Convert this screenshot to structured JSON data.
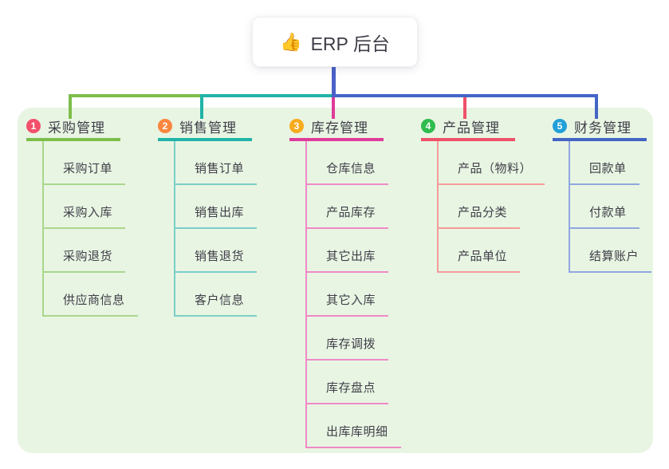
{
  "root": {
    "icon": "👍",
    "title": "ERP 后台",
    "line_color": "#4a62c8"
  },
  "canvas": {
    "panel_color": "#e9f5e3",
    "page_background": "#ffffff",
    "text_color": "#3e3e48"
  },
  "branches": [
    {
      "badge": "1",
      "label": "采购管理",
      "colors": {
        "badge": "#f2506b",
        "line": "#7cbe4b",
        "light": "#a9d78c"
      },
      "children": [
        "采购订单",
        "采购入库",
        "采购退货",
        "供应商信息"
      ]
    },
    {
      "badge": "2",
      "label": "销售管理",
      "colors": {
        "badge": "#f9873e",
        "line": "#21b3a8",
        "light": "#7bcfc8"
      },
      "children": [
        "销售订单",
        "销售出库",
        "销售退货",
        "客户信息"
      ]
    },
    {
      "badge": "3",
      "label": "库存管理",
      "colors": {
        "badge": "#f7ab1d",
        "line": "#de3c9b",
        "light": "#ee8ac6"
      },
      "children": [
        "仓库信息",
        "产品库存",
        "其它出库",
        "其它入库",
        "库存调拨",
        "库存盘点",
        "出库库明细"
      ]
    },
    {
      "badge": "4",
      "label": "产品管理",
      "colors": {
        "badge": "#2fbc4f",
        "line": "#ef5168",
        "light": "#f59b9b"
      },
      "children": [
        "产品（物料）",
        "产品分类",
        "产品单位"
      ]
    },
    {
      "badge": "5",
      "label": "财务管理",
      "colors": {
        "badge": "#219fd9",
        "line": "#4365c6",
        "light": "#8fa8de"
      },
      "children": [
        "回款单",
        "付款单",
        "结算账户"
      ]
    }
  ]
}
